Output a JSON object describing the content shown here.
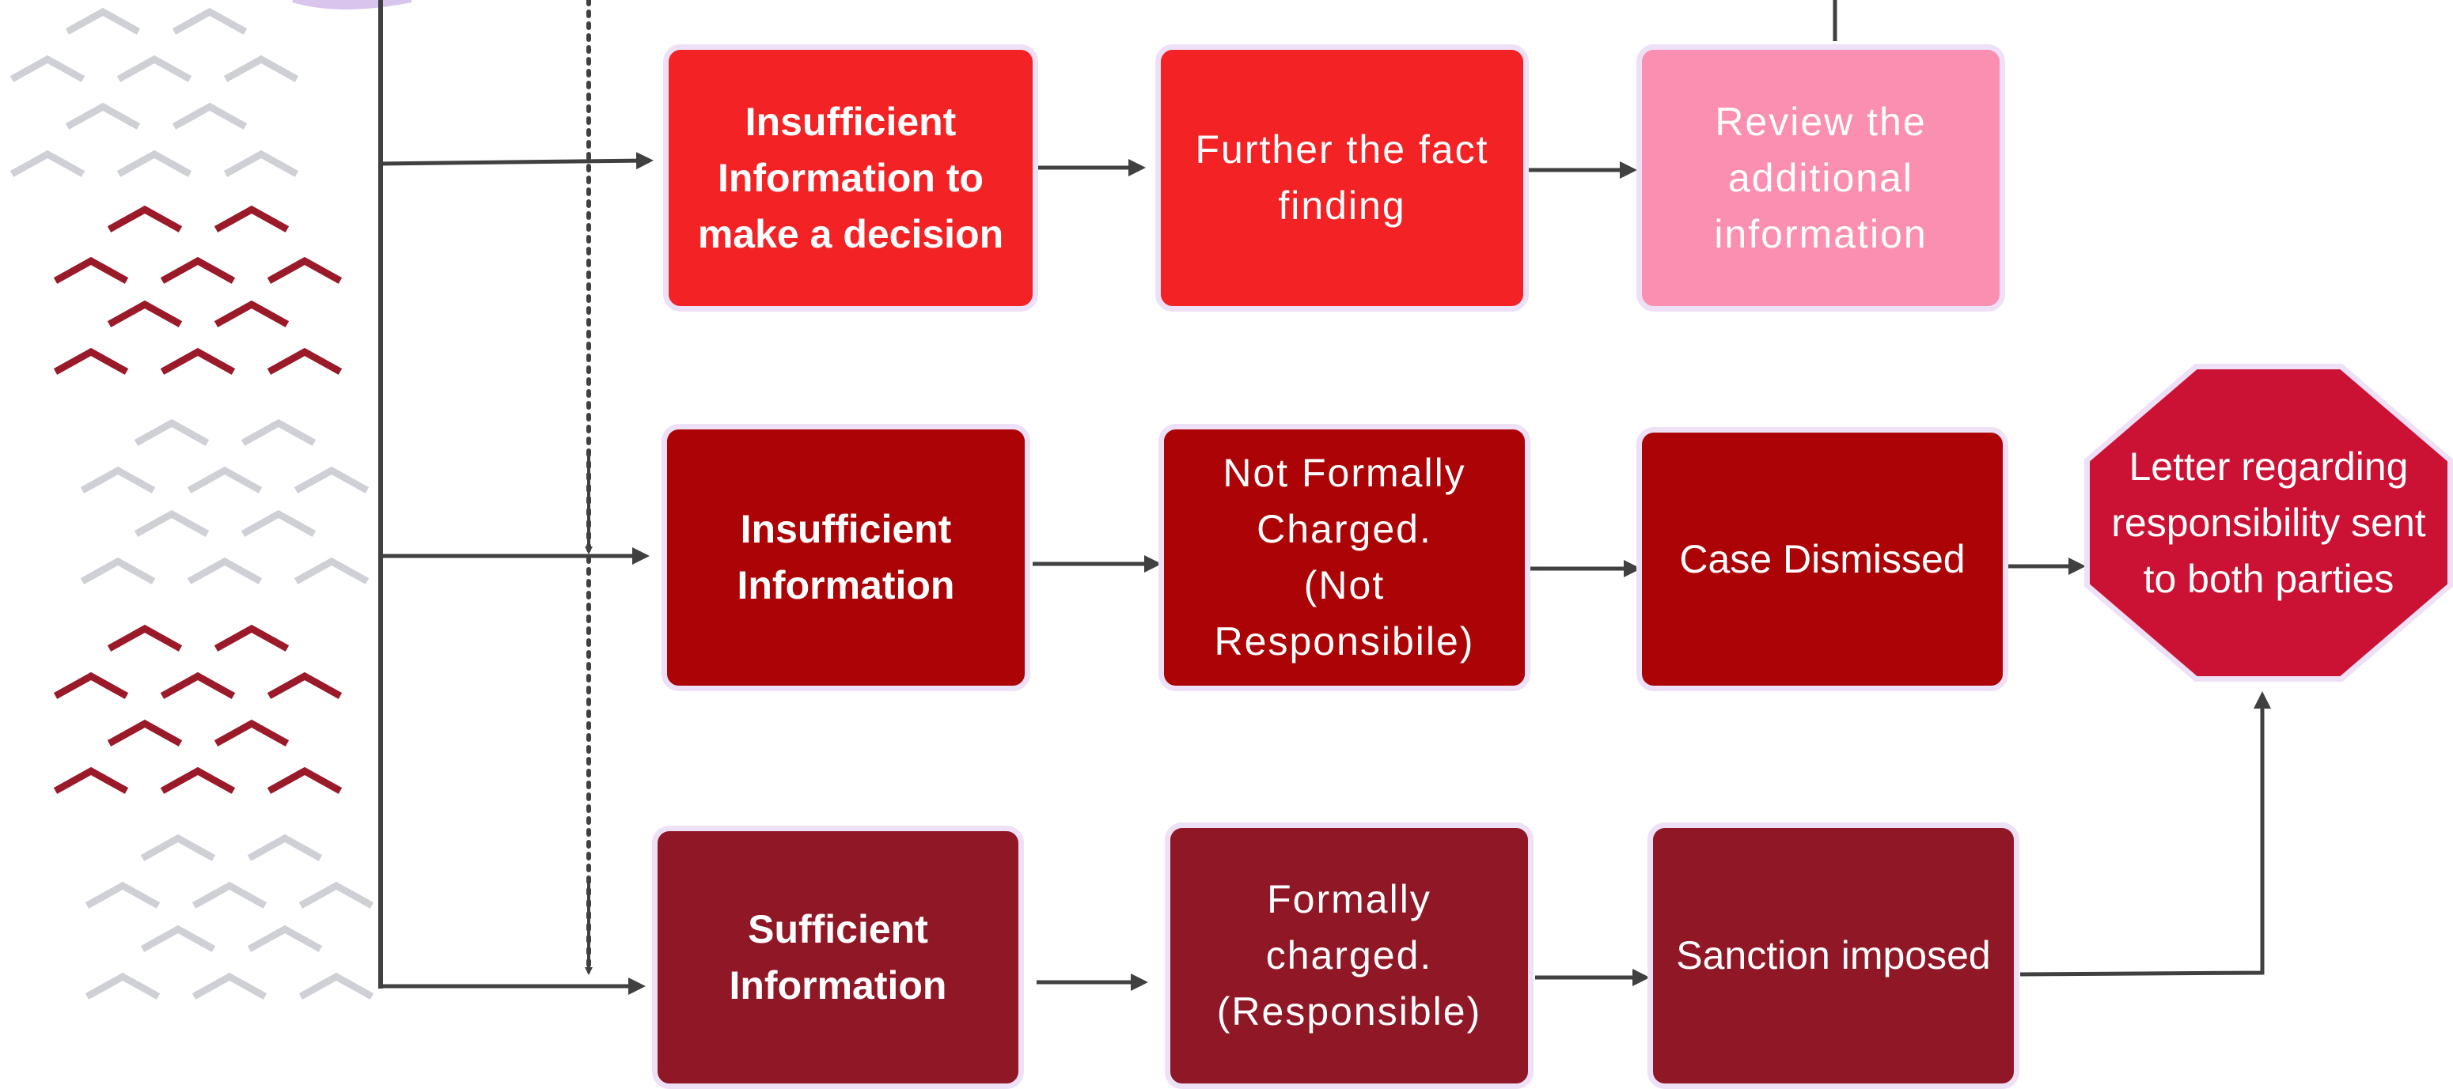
{
  "colors": {
    "bright_red": "#f22225",
    "pink": "#fb8fb2",
    "dark_red": "#ab0306",
    "maroon": "#8f1726",
    "crimson": "#cc1234",
    "box_border": "#eee0f6",
    "connector": "#404040",
    "chevron_gray": "#cfd0d6",
    "chevron_red": "#9a1a2a"
  },
  "rows": [
    {
      "outcome": "Insufficient Information to make a decision",
      "step": "Further the fact finding",
      "next": "Review the additional information"
    },
    {
      "outcome": "Insufficient Information",
      "step_lines": [
        "Not Formally",
        "Charged.",
        "(Not",
        "Responsibile)"
      ],
      "next": "Case Dismissed"
    },
    {
      "outcome": "Sufficient Information",
      "step_lines": [
        "Formally",
        "charged.",
        "(Responsible)"
      ],
      "next": "Sanction imposed"
    }
  ],
  "final": "Letter regarding responsibility sent to both parties"
}
